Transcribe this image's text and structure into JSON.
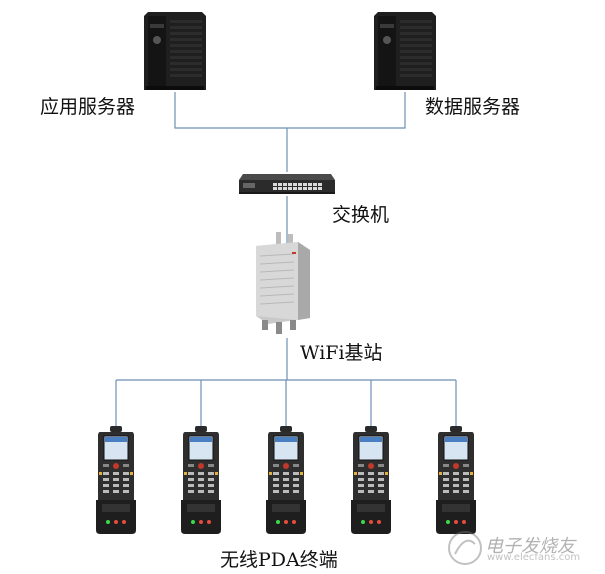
{
  "diagram": {
    "app_server_label": "应用服务器",
    "db_server_label": "数据服务器",
    "switch_label": "交换机",
    "wifi_ap_label": "WiFi基站",
    "terminals_label": "无线PDA终端",
    "terminal_count": 5,
    "line_color": "#6e8fb3"
  },
  "watermark": {
    "text": "电子发烧友",
    "url": "www.elecfans.com"
  }
}
